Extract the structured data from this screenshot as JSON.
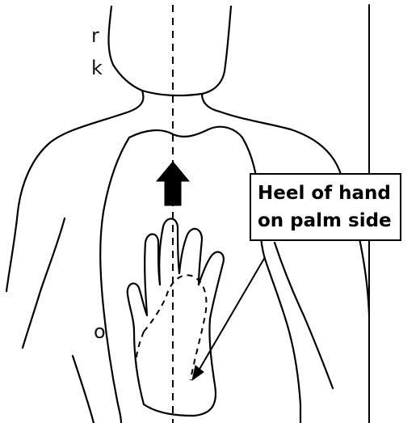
{
  "left_edge_fragments": {
    "line1": "r",
    "line2": "k",
    "line3": "o"
  },
  "callout": {
    "line1": "Heel of hand",
    "line2": "on palm side"
  },
  "icons": {
    "direction_arrow": "up-arrow-icon"
  },
  "colors": {
    "ink": "#000000",
    "background": "#ffffff"
  }
}
